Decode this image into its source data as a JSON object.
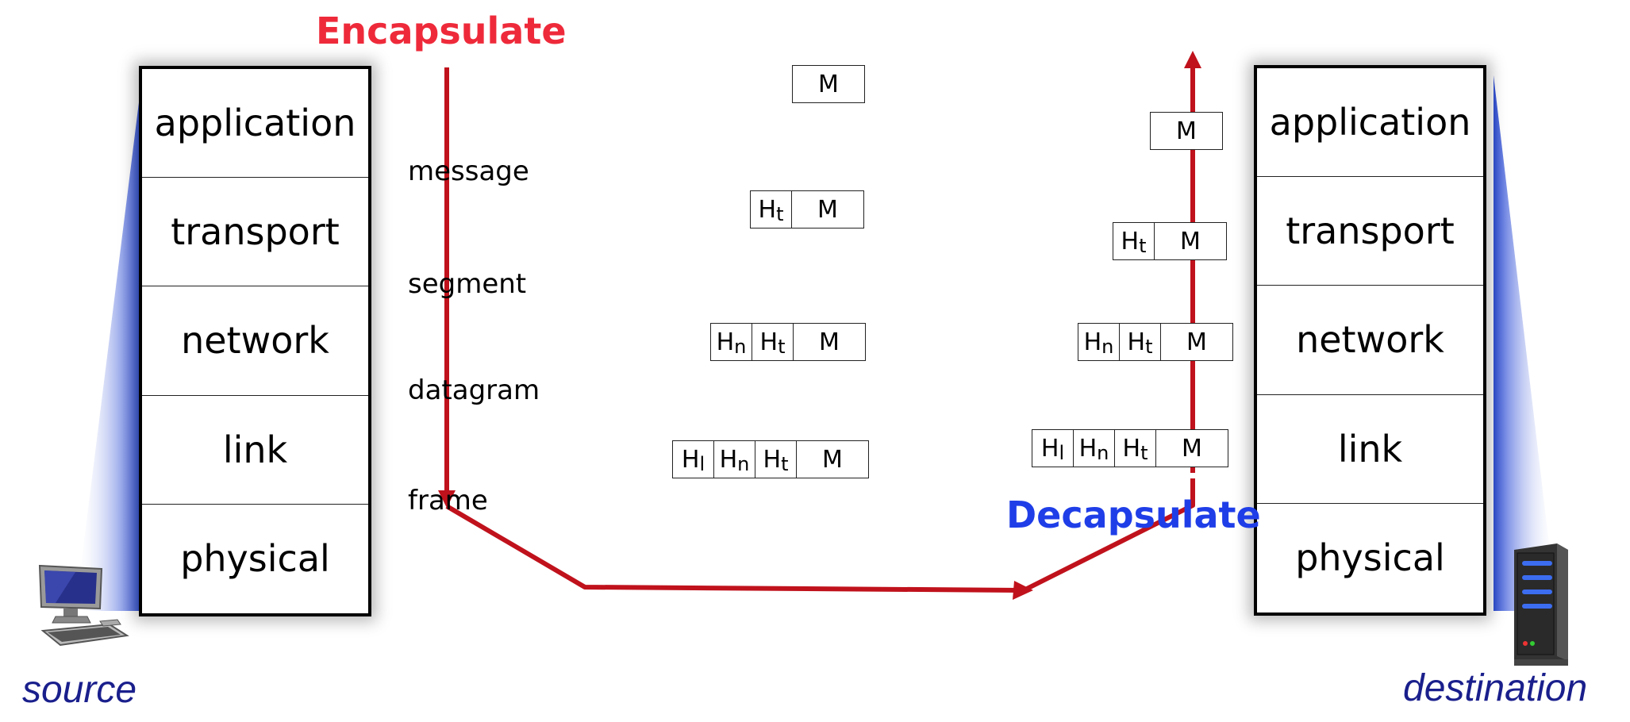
{
  "titles": {
    "encapsulate": "Encapsulate",
    "decapsulate": "Decapsulate"
  },
  "source": {
    "label": "source",
    "layers": [
      "application",
      "transport",
      "network",
      "link",
      "physical"
    ]
  },
  "destination": {
    "label": "destination",
    "layers": [
      "application",
      "transport",
      "network",
      "link",
      "physical"
    ]
  },
  "pdu_labels": [
    "message",
    "segment",
    "datagram",
    "frame"
  ],
  "packet_text": {
    "message": "M",
    "transport_header": "H",
    "transport_sub": "t",
    "network_header": "H",
    "network_sub": "n",
    "link_header": "H",
    "link_sub": "l"
  },
  "colors": {
    "path": "#c0121c",
    "encapsulate": "#ee2a3a",
    "decapsulate": "#1f3ee8",
    "label": "#1a1f8c",
    "beam": "#3a5bd9"
  },
  "icons": {
    "source": "desktop-computer-icon",
    "destination": "server-tower-icon"
  }
}
